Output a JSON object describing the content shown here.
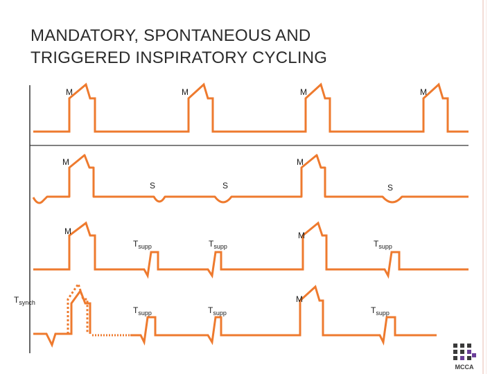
{
  "title": {
    "line1": "MANDATORY, SPONTANEOUS AND",
    "line2": "TRIGGERED INSPIRATORY CYCLING"
  },
  "labels": {
    "m": "M",
    "s": "S",
    "t": "T",
    "supp": "supp",
    "synch": "synch"
  },
  "logo": {
    "text": "MCCA",
    "icon": "mcca-logo-icon"
  },
  "colors": {
    "waveform": "#ee7a2e",
    "axis": "#333333",
    "logo_dark": "#3a3a3a",
    "logo_purple": "#6a3e98"
  }
}
